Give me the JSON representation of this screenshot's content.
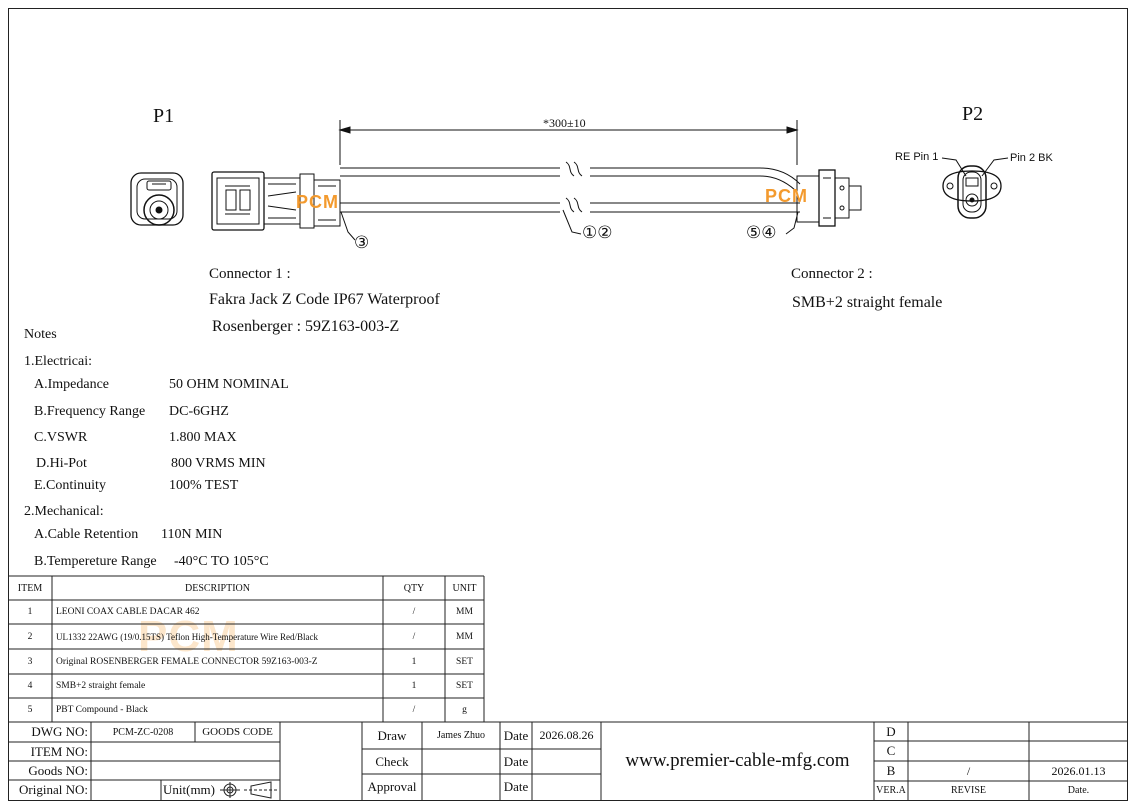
{
  "drawing": {
    "p1_label": "P1",
    "p2_label": "P2",
    "dimension": "*300±10",
    "callout_3": "③",
    "callout_12": "①②",
    "callout_54": "⑤④",
    "pin1_label": "RE Pin 1",
    "pin2_label": "Pin 2 BK",
    "watermark": "PCM"
  },
  "connector1": {
    "title": "Connector 1 :",
    "line1": "Fakra Jack Z Code IP67 Waterproof",
    "line2": "Rosenberger : 59Z163-003-Z"
  },
  "connector2": {
    "title": "Connector 2 :",
    "line1": "SMB+2 straight female"
  },
  "notes": {
    "title": "Notes",
    "electrical_heading": "1.Electricai:",
    "electrical": [
      {
        "label": "A.Impedance",
        "value": "50 OHM NOMINAL"
      },
      {
        "label": "B.Frequency Range",
        "value": "DC-6GHZ"
      },
      {
        "label": "C.VSWR",
        "value": "1.800 MAX"
      },
      {
        "label": "D.Hi-Pot",
        "value": "800 VRMS MIN"
      },
      {
        "label": "E.Continuity",
        "value": "100% TEST"
      }
    ],
    "mechanical_heading": "2.Mechanical:",
    "mechanical": [
      {
        "label": "A.Cable Retention",
        "value": "110N MIN"
      },
      {
        "label": "B.Tempereture Range",
        "value": "-40°C TO 105°C"
      }
    ]
  },
  "bom": {
    "headers": {
      "item": "ITEM",
      "description": "DESCRIPTION",
      "qty": "QTY",
      "unit": "UNIT"
    },
    "rows": [
      {
        "item": "1",
        "description": "LEONI COAX CABLE DACAR 462",
        "qty": "/",
        "unit": "MM"
      },
      {
        "item": "2",
        "description": "UL1332 22AWG (19/0.15TS) Teflon High-Temperature Wire  Red/Black",
        "qty": "/",
        "unit": "MM"
      },
      {
        "item": "3",
        "description": "Original ROSENBERGER FEMALE CONNECTOR 59Z163-003-Z",
        "qty": "1",
        "unit": "SET"
      },
      {
        "item": "4",
        "description": "SMB+2 straight female",
        "qty": "1",
        "unit": "SET"
      },
      {
        "item": "5",
        "description": "PBT Compound - Black",
        "qty": "/",
        "unit": "g"
      }
    ]
  },
  "title_block": {
    "dwg_no_label": "DWG NO:",
    "dwg_no_value": "PCM-ZC-0208",
    "goods_code_label": "GOODS CODE",
    "item_no_label": "ITEM NO:",
    "goods_no_label": "Goods NO:",
    "original_no_label": "Original NO:",
    "unit_label": "Unit(mm)",
    "draw_label": "Draw",
    "draw_name": "James Zhuo",
    "check_label": "Check",
    "approval_label": "Approval",
    "date_label": "Date",
    "draw_date": "2026.08.26",
    "website": "www.premier-cable-mfg.com",
    "rev_rows": [
      "D",
      "C",
      "B"
    ],
    "rev_b_revise": "/",
    "rev_b_date": "2026.01.13",
    "ver_label": "VER.A",
    "revise_label": "REVISE",
    "date_col_label": "Date."
  }
}
